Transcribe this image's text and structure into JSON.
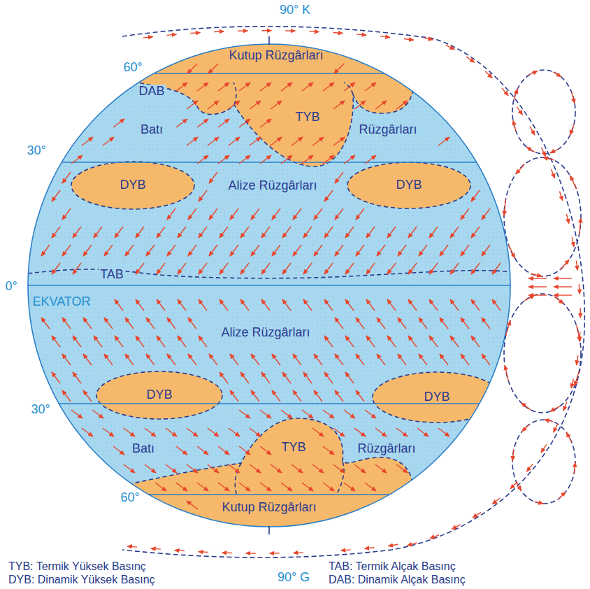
{
  "diagram": {
    "nodes": [
      {
        "text": [
          "Kutup Rüzgârları"
        ]
      },
      {
        "text": [
          "TYB"
        ]
      },
      {
        "text": [
          "DYB"
        ]
      },
      {
        "text": [
          "DYB"
        ]
      },
      {
        "text": [
          "DYB"
        ]
      },
      {
        "text": [
          "DYB"
        ]
      },
      {
        "text": [
          "TYB"
        ]
      },
      {
        "text": [
          "Kutup Rüzgârları"
        ]
      }
    ],
    "labels": [
      "90° K",
      "60°",
      "DAB",
      "Batı",
      "Rüzgârları",
      "30°",
      "Alize Rüzgârları",
      "TAB",
      "0°",
      "EKVATOR",
      "Alize Rüzgârları",
      "30°",
      "Batı",
      "Rüzgârları",
      "60°",
      "90° G",
      "TYB: Termik Yüksek Basınç",
      "DYB: Dinamik Yüksek Basınç",
      "TAB: Termik Alçak Basınç",
      "DAB: Dinamik Alçak Basınç"
    ]
  }
}
